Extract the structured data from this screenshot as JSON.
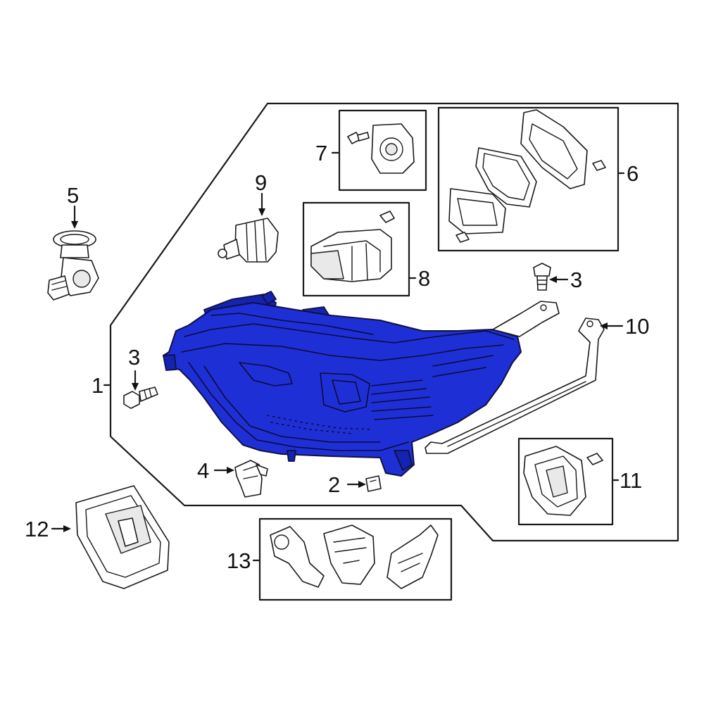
{
  "accent_color": "#1f2fd6",
  "callouts": {
    "c1": "1",
    "c2": "2",
    "c3a": "3",
    "c3b": "3",
    "c4": "4",
    "c5": "5",
    "c6": "6",
    "c7": "7",
    "c8": "8",
    "c9": "9",
    "c10": "10",
    "c11": "11",
    "c12": "12",
    "c13": "13"
  },
  "parts": [
    {
      "callout": "1",
      "icon": "headlamp-assembly-icon",
      "highlighted": true
    },
    {
      "callout": "2",
      "icon": "clip-icon"
    },
    {
      "callout": "3",
      "icon": "bolt-icon"
    },
    {
      "callout": "4",
      "icon": "bracket-icon"
    },
    {
      "callout": "5",
      "icon": "bulb-socket-icon"
    },
    {
      "callout": "6",
      "icon": "cover-kit-icon"
    },
    {
      "callout": "7",
      "icon": "adjuster-icon"
    },
    {
      "callout": "8",
      "icon": "module-icon"
    },
    {
      "callout": "9",
      "icon": "bulb-icon"
    },
    {
      "callout": "10",
      "icon": "support-bracket-icon"
    },
    {
      "callout": "11",
      "icon": "control-module-icon"
    },
    {
      "callout": "12",
      "icon": "ballast-icon"
    },
    {
      "callout": "13",
      "icon": "harness-bracket-icon"
    }
  ]
}
